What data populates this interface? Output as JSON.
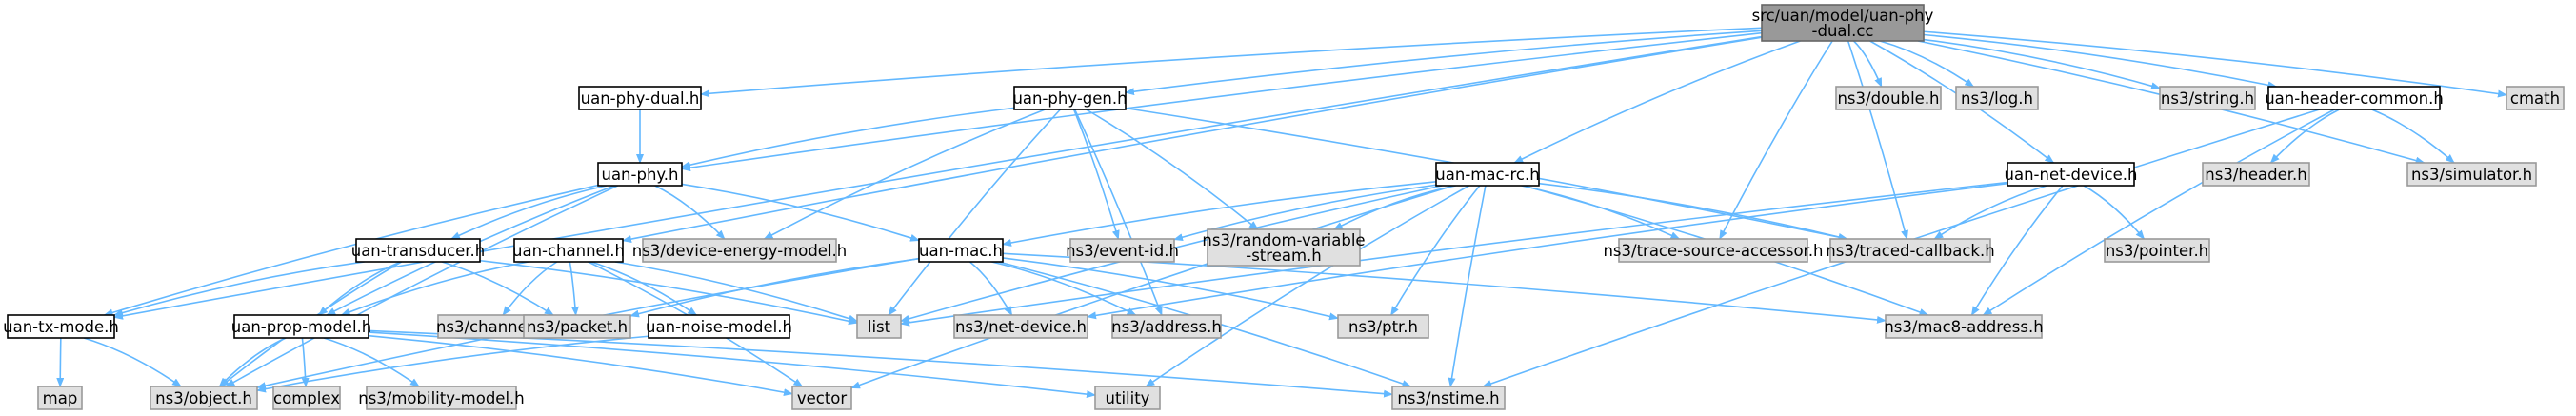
{
  "colors": {
    "root_fill": "#999999",
    "root_stroke": "#666666",
    "local_fill": "#ffffff",
    "local_stroke": "#000000",
    "external_fill": "#e0e0e0",
    "external_stroke": "#999999",
    "edge": "#63b8ff"
  },
  "nodes": {
    "root": {
      "lines": [
        "src/uan/model/uan-phy",
        "-dual.cc"
      ],
      "kind": "root"
    },
    "uan_phy_dual": {
      "lines": [
        "uan-phy-dual.h"
      ],
      "kind": "local"
    },
    "uan_phy_gen": {
      "lines": [
        "uan-phy-gen.h"
      ],
      "kind": "local"
    },
    "uan_mac_rc": {
      "lines": [
        "uan-mac-rc.h"
      ],
      "kind": "local"
    },
    "uan_net_device": {
      "lines": [
        "uan-net-device.h"
      ],
      "kind": "local"
    },
    "uan_header_common": {
      "lines": [
        "uan-header-common.h"
      ],
      "kind": "local"
    },
    "uan_phy": {
      "lines": [
        "uan-phy.h"
      ],
      "kind": "local"
    },
    "uan_transducer": {
      "lines": [
        "uan-transducer.h"
      ],
      "kind": "local"
    },
    "uan_channel": {
      "lines": [
        "uan-channel.h"
      ],
      "kind": "local"
    },
    "uan_mac": {
      "lines": [
        "uan-mac.h"
      ],
      "kind": "local"
    },
    "uan_tx_mode": {
      "lines": [
        "uan-tx-mode.h"
      ],
      "kind": "local"
    },
    "uan_prop_model": {
      "lines": [
        "uan-prop-model.h"
      ],
      "kind": "local"
    },
    "uan_noise_model": {
      "lines": [
        "uan-noise-model.h"
      ],
      "kind": "local"
    },
    "ns3_double": {
      "lines": [
        "ns3/double.h"
      ],
      "kind": "external"
    },
    "ns3_log": {
      "lines": [
        "ns3/log.h"
      ],
      "kind": "external"
    },
    "ns3_string": {
      "lines": [
        "ns3/string.h"
      ],
      "kind": "external"
    },
    "cmath": {
      "lines": [
        "cmath"
      ],
      "kind": "external"
    },
    "ns3_header": {
      "lines": [
        "ns3/header.h"
      ],
      "kind": "external"
    },
    "ns3_simulator": {
      "lines": [
        "ns3/simulator.h"
      ],
      "kind": "external"
    },
    "ns3_device_energy": {
      "lines": [
        "ns3/device-energy-model.h"
      ],
      "kind": "external"
    },
    "ns3_event_id": {
      "lines": [
        "ns3/event-id.h"
      ],
      "kind": "external"
    },
    "ns3_random_var": {
      "lines": [
        "ns3/random-variable",
        "-stream.h"
      ],
      "kind": "external"
    },
    "ns3_trace_source": {
      "lines": [
        "ns3/trace-source-accessor.h"
      ],
      "kind": "external"
    },
    "ns3_traced_cb": {
      "lines": [
        "ns3/traced-callback.h"
      ],
      "kind": "external"
    },
    "ns3_pointer": {
      "lines": [
        "ns3/pointer.h"
      ],
      "kind": "external"
    },
    "ns3_channel": {
      "lines": [
        "ns3/channel.h"
      ],
      "kind": "external"
    },
    "ns3_packet": {
      "lines": [
        "ns3/packet.h"
      ],
      "kind": "external"
    },
    "list": {
      "lines": [
        "list"
      ],
      "kind": "external"
    },
    "ns3_net_device": {
      "lines": [
        "ns3/net-device.h"
      ],
      "kind": "external"
    },
    "ns3_address": {
      "lines": [
        "ns3/address.h"
      ],
      "kind": "external"
    },
    "ns3_ptr": {
      "lines": [
        "ns3/ptr.h"
      ],
      "kind": "external"
    },
    "ns3_mac8": {
      "lines": [
        "ns3/mac8-address.h"
      ],
      "kind": "external"
    },
    "map": {
      "lines": [
        "map"
      ],
      "kind": "external"
    },
    "ns3_object": {
      "lines": [
        "ns3/object.h"
      ],
      "kind": "external"
    },
    "complex": {
      "lines": [
        "complex"
      ],
      "kind": "external"
    },
    "ns3_mobility": {
      "lines": [
        "ns3/mobility-model.h"
      ],
      "kind": "external"
    },
    "vector": {
      "lines": [
        "vector"
      ],
      "kind": "external"
    },
    "utility": {
      "lines": [
        "utility"
      ],
      "kind": "external"
    },
    "ns3_nstime": {
      "lines": [
        "ns3/nstime.h"
      ],
      "kind": "external"
    }
  },
  "edges": [
    [
      "root",
      "uan_phy_dual"
    ],
    [
      "root",
      "uan_phy_gen"
    ],
    [
      "root",
      "uan_mac_rc"
    ],
    [
      "root",
      "uan_net_device"
    ],
    [
      "root",
      "uan_header_common"
    ],
    [
      "root",
      "ns3_double"
    ],
    [
      "root",
      "ns3_log"
    ],
    [
      "root",
      "ns3_string"
    ],
    [
      "root",
      "cmath"
    ],
    [
      "root",
      "ns3_simulator"
    ],
    [
      "root",
      "uan_phy"
    ],
    [
      "root",
      "uan_channel"
    ],
    [
      "root",
      "uan_tx_mode"
    ],
    [
      "root",
      "ns3_trace_source"
    ],
    [
      "root",
      "ns3_traced_cb"
    ],
    [
      "uan_phy_dual",
      "uan_phy"
    ],
    [
      "uan_phy_gen",
      "uan_phy"
    ],
    [
      "uan_phy_gen",
      "ns3_device_energy"
    ],
    [
      "uan_phy_gen",
      "ns3_event_id"
    ],
    [
      "uan_phy_gen",
      "ns3_random_var"
    ],
    [
      "uan_phy_gen",
      "ns3_traced_cb"
    ],
    [
      "uan_phy_gen",
      "list"
    ],
    [
      "uan_phy_gen",
      "ns3_address"
    ],
    [
      "uan_phy",
      "uan_transducer"
    ],
    [
      "uan_phy",
      "uan_mac"
    ],
    [
      "uan_phy",
      "uan_prop_model"
    ],
    [
      "uan_phy",
      "uan_tx_mode"
    ],
    [
      "uan_phy",
      "ns3_device_energy"
    ],
    [
      "uan_phy",
      "ns3_object"
    ],
    [
      "uan_transducer",
      "uan_prop_model"
    ],
    [
      "uan_transducer",
      "uan_tx_mode"
    ],
    [
      "uan_transducer",
      "ns3_packet"
    ],
    [
      "uan_transducer",
      "list"
    ],
    [
      "uan_transducer",
      "ns3_object"
    ],
    [
      "uan_channel",
      "ns3_channel"
    ],
    [
      "uan_channel",
      "ns3_packet"
    ],
    [
      "uan_channel",
      "uan_noise_model"
    ],
    [
      "uan_channel",
      "uan_prop_model"
    ],
    [
      "uan_channel",
      "list"
    ],
    [
      "uan_channel",
      "vector"
    ],
    [
      "uan_mac",
      "ns3_packet"
    ],
    [
      "uan_mac",
      "ns3_address"
    ],
    [
      "uan_mac",
      "ns3_ptr"
    ],
    [
      "uan_mac",
      "ns3_mac8"
    ],
    [
      "uan_mac",
      "ns3_nstime"
    ],
    [
      "uan_mac",
      "ns3_object"
    ],
    [
      "uan_mac",
      "ns3_net_device"
    ],
    [
      "uan_mac_rc",
      "uan_mac"
    ],
    [
      "uan_mac_rc",
      "ns3_event_id"
    ],
    [
      "uan_mac_rc",
      "ns3_random_var"
    ],
    [
      "uan_mac_rc",
      "ns3_trace_source"
    ],
    [
      "uan_mac_rc",
      "ns3_traced_cb"
    ],
    [
      "uan_mac_rc",
      "ns3_mac8"
    ],
    [
      "uan_mac_rc",
      "ns3_nstime"
    ],
    [
      "uan_mac_rc",
      "ns3_ptr"
    ],
    [
      "uan_mac_rc",
      "list"
    ],
    [
      "uan_mac_rc",
      "utility"
    ],
    [
      "uan_mac_rc",
      "vector"
    ],
    [
      "uan_net_device",
      "ns3_traced_cb"
    ],
    [
      "uan_net_device",
      "ns3_pointer"
    ],
    [
      "uan_net_device",
      "ns3_mac8"
    ],
    [
      "uan_net_device",
      "list"
    ],
    [
      "uan_net_device",
      "ns3_net_device"
    ],
    [
      "uan_header_common",
      "ns3_header"
    ],
    [
      "uan_header_common",
      "ns3_simulator"
    ],
    [
      "uan_header_common",
      "ns3_mac8"
    ],
    [
      "uan_header_common",
      "ns3_nstime"
    ],
    [
      "uan_tx_mode",
      "map"
    ],
    [
      "uan_tx_mode",
      "ns3_object"
    ],
    [
      "uan_prop_model",
      "ns3_object"
    ],
    [
      "uan_prop_model",
      "complex"
    ],
    [
      "uan_prop_model",
      "ns3_mobility"
    ],
    [
      "uan_prop_model",
      "vector"
    ],
    [
      "uan_prop_model",
      "utility"
    ],
    [
      "uan_prop_model",
      "ns3_nstime"
    ],
    [
      "uan_noise_model",
      "ns3_object"
    ]
  ]
}
